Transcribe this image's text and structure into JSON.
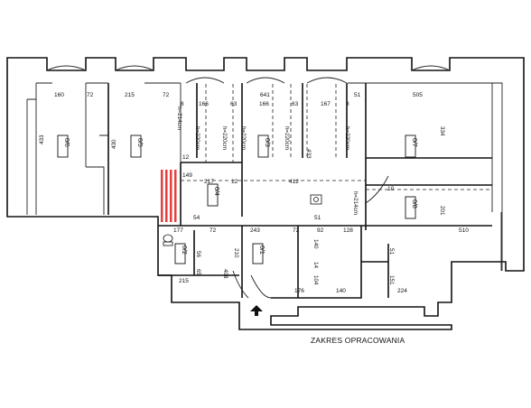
{
  "plan": {
    "footer_label": "ZAKRES OPRACOWANIA",
    "rooms": [
      "0/6",
      "0/5",
      "0/4",
      "0/3",
      "0/7",
      "0/8",
      "0/2",
      "0/1"
    ],
    "top_dims": [
      "160",
      "72",
      "215",
      "72",
      "641",
      "51",
      "505"
    ],
    "sub_dims": [
      "166",
      "63",
      "166",
      "63",
      "167"
    ],
    "heights": [
      "h=214cm",
      "h=220cm",
      "h=220cm",
      "h=220cm",
      "h=220cm",
      "h=220cm",
      "h=214cm"
    ],
    "dims": {
      "d433a": "433",
      "d430": "430",
      "d433b": "433",
      "d334": "334",
      "d8a": "8",
      "d8b": "8",
      "d12a": "12",
      "d12b": "12",
      "d217": "217",
      "d149": "149",
      "d412": "412",
      "d54": "54",
      "d177": "177",
      "d72a": "72",
      "d243": "243",
      "d72b": "72",
      "d92": "92",
      "d128": "128",
      "d510": "510",
      "d201": "201",
      "d51a": "51",
      "d56": "56",
      "d65": "65",
      "d210": "210",
      "d408": "408",
      "d140a": "140",
      "d14": "14",
      "d104": "104",
      "d215": "215",
      "d176": "176",
      "d140b": "140",
      "d224": "224",
      "d151": "151",
      "d51b": "51",
      "d10": "10"
    },
    "colors": {
      "wall": "#111111",
      "accent": "#e31b1b",
      "background": "#ffffff"
    },
    "icons": [
      "north-arrow-icon",
      "toilet-icon",
      "sink-icon"
    ]
  }
}
